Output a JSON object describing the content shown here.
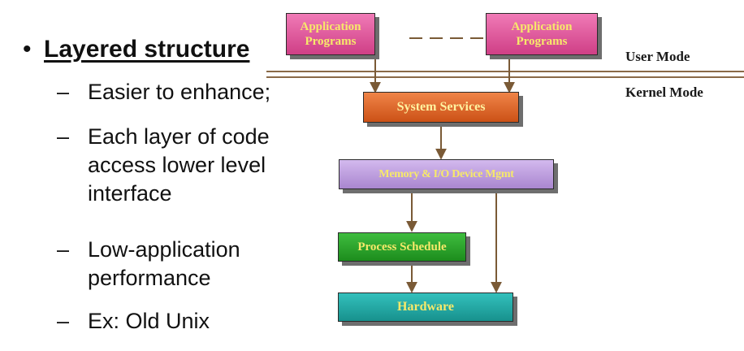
{
  "bullet": {
    "marker": "•",
    "title": "Layered structure",
    "items": [
      {
        "dash": "–",
        "lines": [
          "Easier to enhance;"
        ]
      },
      {
        "dash": "–",
        "lines": [
          "Each layer of code",
          "access lower level",
          "interface"
        ]
      },
      {
        "dash": "–",
        "lines": [
          "Low-application",
          "performance"
        ]
      },
      {
        "dash": "–",
        "lines": [
          "Ex: Old Unix"
        ]
      }
    ]
  },
  "diagram": {
    "app_left": {
      "line1": "Application",
      "line2": "Programs"
    },
    "app_right": {
      "line1": "Application",
      "line2": "Programs"
    },
    "system_services": "System Services",
    "memory_mgmt": "Memory & I/O Device Mgmt",
    "process_schedule": "Process Schedule",
    "hardware": "Hardware",
    "user_mode": "User Mode",
    "kernel_mode": "Kernel Mode",
    "colors": {
      "application": "#e0579b",
      "system_services": "#e06a2c",
      "memory_mgmt": "#bfa2e0",
      "process_schedule": "#2ca52c",
      "hardware": "#22a9a5",
      "arrow": "#7a5a36",
      "mode_line": "#8a6a48"
    }
  }
}
